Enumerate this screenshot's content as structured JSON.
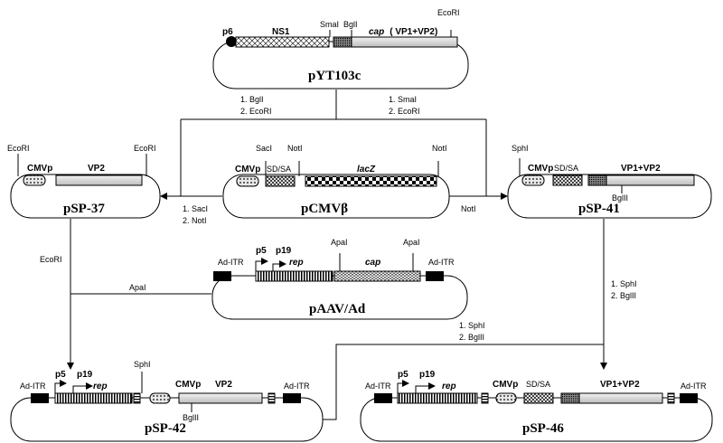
{
  "plasmids": {
    "pYT103c": "pYT103c",
    "pCMVb": "pCMVβ",
    "pSP37": "pSP-37",
    "pSP41": "pSP-41",
    "pAAVAd": "pAAV/Ad",
    "pSP42": "pSP-42",
    "pSP46": "pSP-46"
  },
  "pYT103c": {
    "p6": "p6",
    "ns1": "NS1",
    "smaI": "SmaI",
    "bglI": "BglI",
    "ecoRI": "EcoRI",
    "cap_italic": "cap",
    "cap_rest": "( VP1+VP2)"
  },
  "pSP37": {
    "ecoRI_left": "EcoRI",
    "ecoRI_right": "EcoRI",
    "cmvp": "CMVp",
    "vp2": "VP2"
  },
  "pCMVb": {
    "sacI": "SacI",
    "notI_left": "NotI",
    "notI_right": "NotI",
    "cmvp": "CMVp",
    "sdsa": "SD/SA",
    "lacz": "lacZ"
  },
  "pSP41": {
    "sphI": "SphI",
    "cmvp": "CMVp",
    "sdsa": "SD/SA",
    "vp1vp2": "VP1+VP2",
    "bglII": "BglII"
  },
  "pAAVAd": {
    "aditr_left": "Ad-ITR",
    "aditr_right": "Ad-ITR",
    "p5": "p5",
    "p19": "p19",
    "rep": "rep",
    "apaI_1": "ApaI",
    "apaI_2": "ApaI",
    "cap": "cap"
  },
  "pSP42": {
    "aditr_left": "Ad-ITR",
    "aditr_right": "Ad-ITR",
    "p5": "p5",
    "p19": "p19",
    "rep": "rep",
    "sphI": "SphI",
    "cmvp": "CMVp",
    "vp2": "VP2",
    "bglII": "BglII"
  },
  "pSP46": {
    "aditr_left": "Ad-ITR",
    "aditr_right": "Ad-ITR",
    "p5": "p5",
    "p19": "p19",
    "rep": "rep",
    "cmvp": "CMVp",
    "sdsa": "SD/SA",
    "vp1vp2": "VP1+VP2"
  },
  "steps": {
    "left_1": "1.  BglI",
    "left_2": "2.  EcoRI",
    "right_1": "1.  SmaI",
    "right_2": "2.  EcoRI",
    "to37_1": "1.  SacI",
    "to37_2": "2.  NotI",
    "to41": "NotI",
    "ecoRI_down": "EcoRI",
    "apaI_join": "ApaI",
    "to46a_1": "1.  SphI",
    "to46a_2": "2.  BglII",
    "to46b_1": "1.  SphI",
    "to46b_2": "2.  BglII"
  }
}
